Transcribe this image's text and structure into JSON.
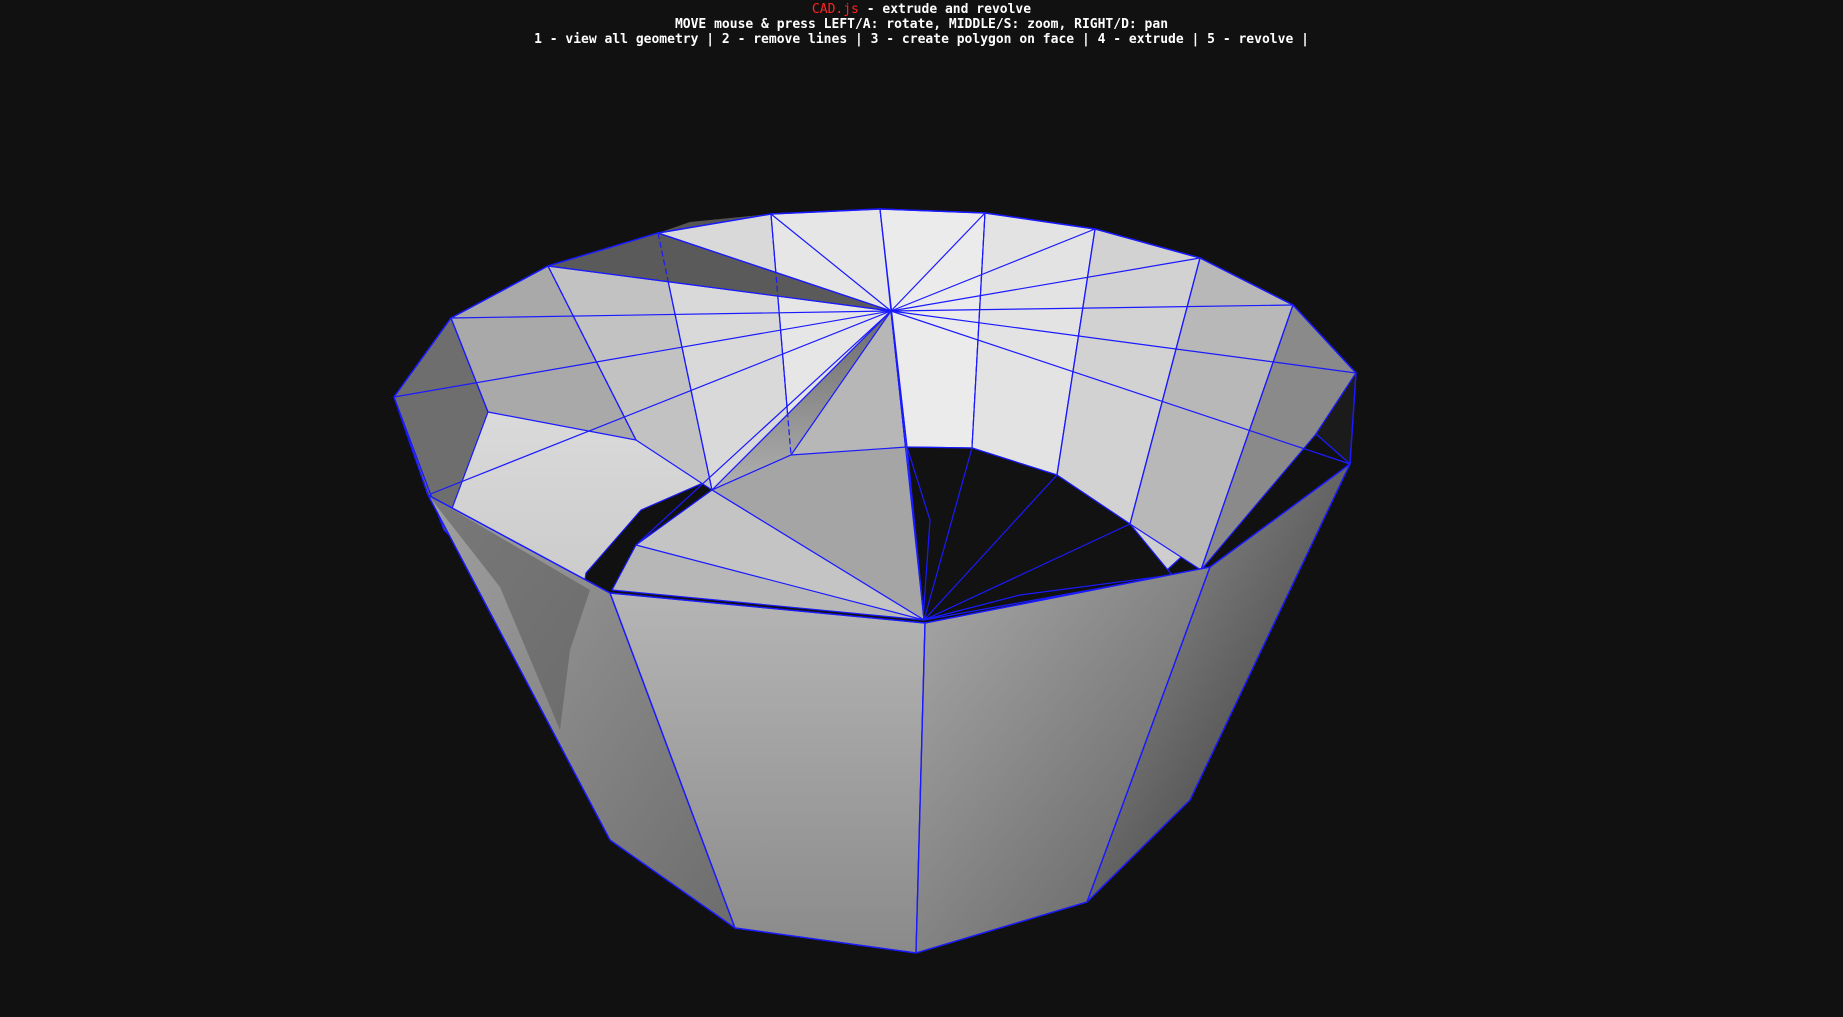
{
  "header": {
    "brand_link": "CAD.js",
    "title_rest": " - extrude and revolve",
    "instructions": "MOVE mouse & press LEFT/A: rotate, MIDDLE/S: zoom, RIGHT/D: pan",
    "shortcuts": "1 - view all geometry | 2 - remove lines | 3 - create polygon on face | 4 - extrude | 5 - revolve |"
  },
  "colors": {
    "background": "#111111",
    "brand": "#ff2222",
    "edges": "#1a1aff",
    "text": "#ffffff"
  },
  "scene": {
    "object": "revolved-polygon-solid",
    "edge_color_name": "blue"
  }
}
